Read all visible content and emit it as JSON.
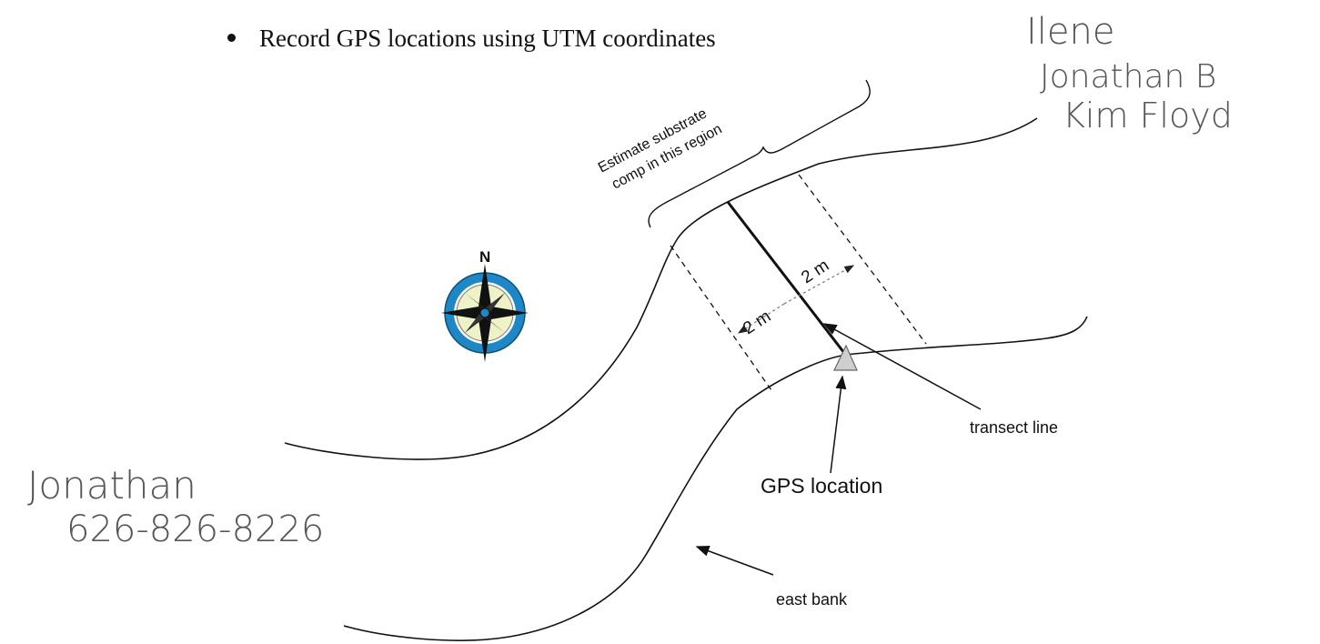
{
  "bullet_text": "Record GPS locations using UTM coordinates",
  "labels": {
    "north": "N",
    "substrate_line1": "Estimate substrate",
    "substrate_line2": "comp in this region",
    "width_left": "2 m",
    "width_right": "2 m",
    "transect": "transect line",
    "gps": "GPS location",
    "east_bank": "east bank"
  },
  "handwriting": {
    "names_line1": "Ilene",
    "names_line2": "Jonathan B",
    "names_line3": "Kim Floyd",
    "contact_name": "Jonathan",
    "contact_phone": "626-826-8226"
  },
  "colors": {
    "compass_ring": "#1e88c7",
    "compass_face": "#eef2c6",
    "marker_fill": "#cfcfcf"
  }
}
